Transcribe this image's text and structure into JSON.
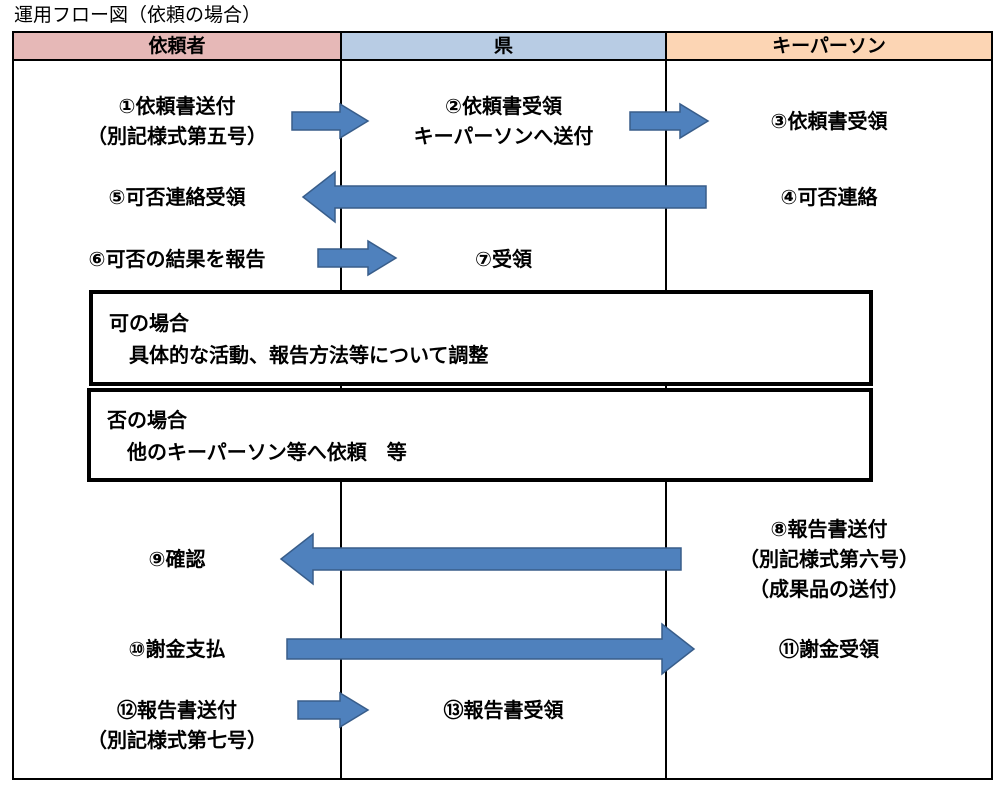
{
  "title": "運用フロー図（依頼の場合）",
  "columns": {
    "requester": {
      "label": "依頼者",
      "color": "#e6b8b7"
    },
    "prefecture": {
      "label": "県",
      "color": "#b8cce4"
    },
    "keyperson": {
      "label": "キーパーソン",
      "color": "#fcd5b4"
    }
  },
  "arrow_color": "#4f81bd",
  "arrow_outline": "#385d8a",
  "steps": {
    "s1": [
      "①依頼書送付",
      "（別記様式第五号）"
    ],
    "s2": [
      "②依頼書受領",
      "キーパーソンへ送付"
    ],
    "s3": [
      "③依頼書受領"
    ],
    "s4": [
      "④可否連絡"
    ],
    "s5": [
      "⑤可否連絡受領"
    ],
    "s6": [
      "⑥可否の結果を報告"
    ],
    "s7": [
      "⑦受領"
    ],
    "s8": [
      "⑧報告書送付",
      "（別記様式第六号）",
      "（成果品の送付）"
    ],
    "s9": [
      "⑨確認"
    ],
    "s10": [
      "⑩謝金支払"
    ],
    "s11": [
      "⑪謝金受領"
    ],
    "s12": [
      "⑫報告書送付",
      "（別記様式第七号）"
    ],
    "s13": [
      "⑬報告書受領"
    ]
  },
  "boxes": {
    "yes": {
      "heading": "可の場合",
      "body": "具体的な活動、報告方法等について調整"
    },
    "no": {
      "heading": "否の場合",
      "body": "他のキーパーソン等へ依頼　等"
    }
  }
}
